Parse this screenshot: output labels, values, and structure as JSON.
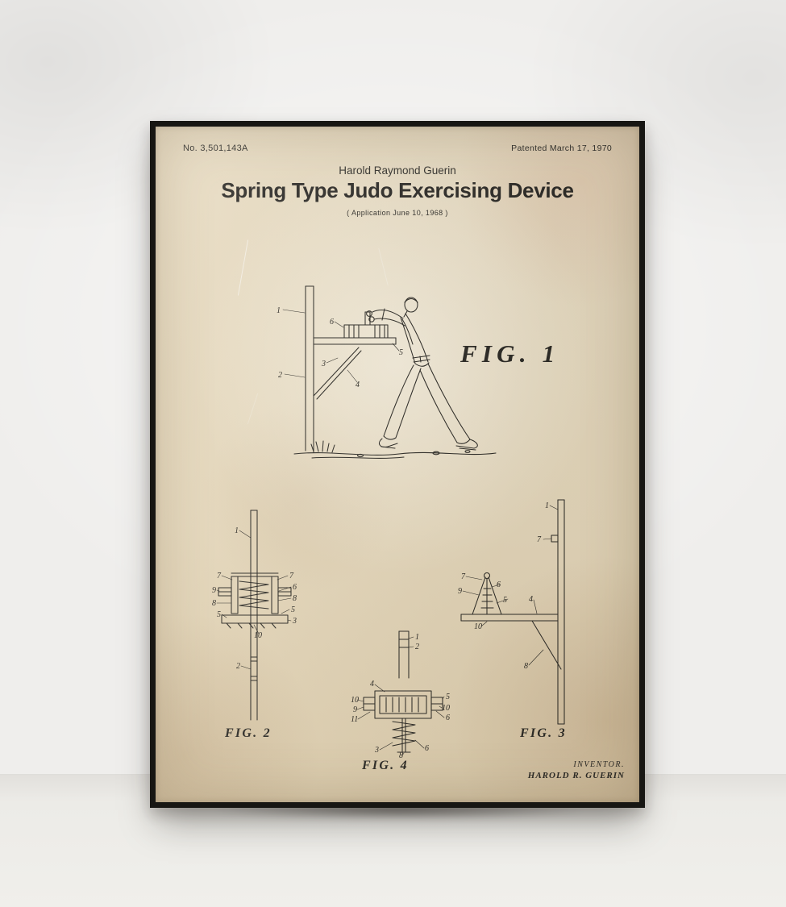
{
  "poster": {
    "header": {
      "patent_number": "No. 3,501,143A",
      "patent_date": "Patented March 17, 1970",
      "author": "Harold Raymond Guerin",
      "title": "Spring Type Judo Exercising Device",
      "application": "( Application June 10, 1968 )"
    },
    "figures": {
      "fig1": {
        "label": "FIG. 1",
        "numerals": [
          "1",
          "6",
          "3",
          "2",
          "4",
          "5"
        ]
      },
      "fig2": {
        "label": "FIG. 2",
        "numerals": [
          "1",
          "7",
          "9",
          "8",
          "5",
          "7",
          "6",
          "8",
          "5",
          "3",
          "10",
          "2"
        ]
      },
      "fig3": {
        "label": "FIG. 3",
        "numerals": [
          "1",
          "7",
          "7",
          "9",
          "6",
          "5",
          "4",
          "10",
          "8"
        ]
      },
      "fig4": {
        "label": "FIG. 4",
        "numerals": [
          "1",
          "2",
          "4",
          "10",
          "9",
          "11",
          "5",
          "10",
          "6",
          "3",
          "8",
          "6"
        ]
      }
    },
    "signature": {
      "line1": "INVENTOR.",
      "line2": "HAROLD R. GUERIN"
    }
  },
  "colors": {
    "paper": "#e8dcc2",
    "ink": "#2e2c27",
    "frame": "#171613",
    "wall": "#efeeec",
    "floor": "#eeede9"
  }
}
